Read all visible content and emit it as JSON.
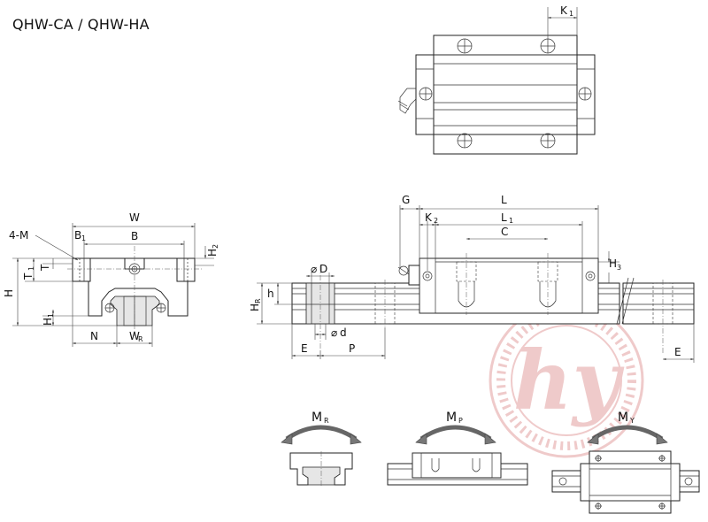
{
  "title": "QHW-CA / QHW-HA",
  "top_view": {
    "k1": "K",
    "k1_sub": "1"
  },
  "front_view": {
    "w": "W",
    "b": "B",
    "b1": "B",
    "b1_sub": "1",
    "m": "4-M",
    "h2": "H",
    "h2_sub": "2",
    "h": "H",
    "t": "T",
    "t1": "T",
    "t1_sub": "1",
    "h1": "H",
    "h1_sub": "1",
    "n": "N",
    "wr": "W",
    "wr_sub": "R"
  },
  "side_view": {
    "g": "G",
    "l": "L",
    "k2": "K",
    "k2_sub": "2",
    "l1": "L",
    "l1_sub": "1",
    "c": "C",
    "h3": "H",
    "h3_sub": "3",
    "d_big": "D",
    "d_small": "d",
    "dia_symbol": "⌀",
    "hr": "H",
    "hr_sub": "R",
    "h_small": "h",
    "e": "E",
    "p": "P",
    "e_right": "E"
  },
  "moments": {
    "mr": "M",
    "mr_sub": "R",
    "mp": "M",
    "mp_sub": "P",
    "my": "M",
    "my_sub": "Y"
  },
  "watermark": {
    "text": "hy",
    "color": "#e3a0a0"
  }
}
